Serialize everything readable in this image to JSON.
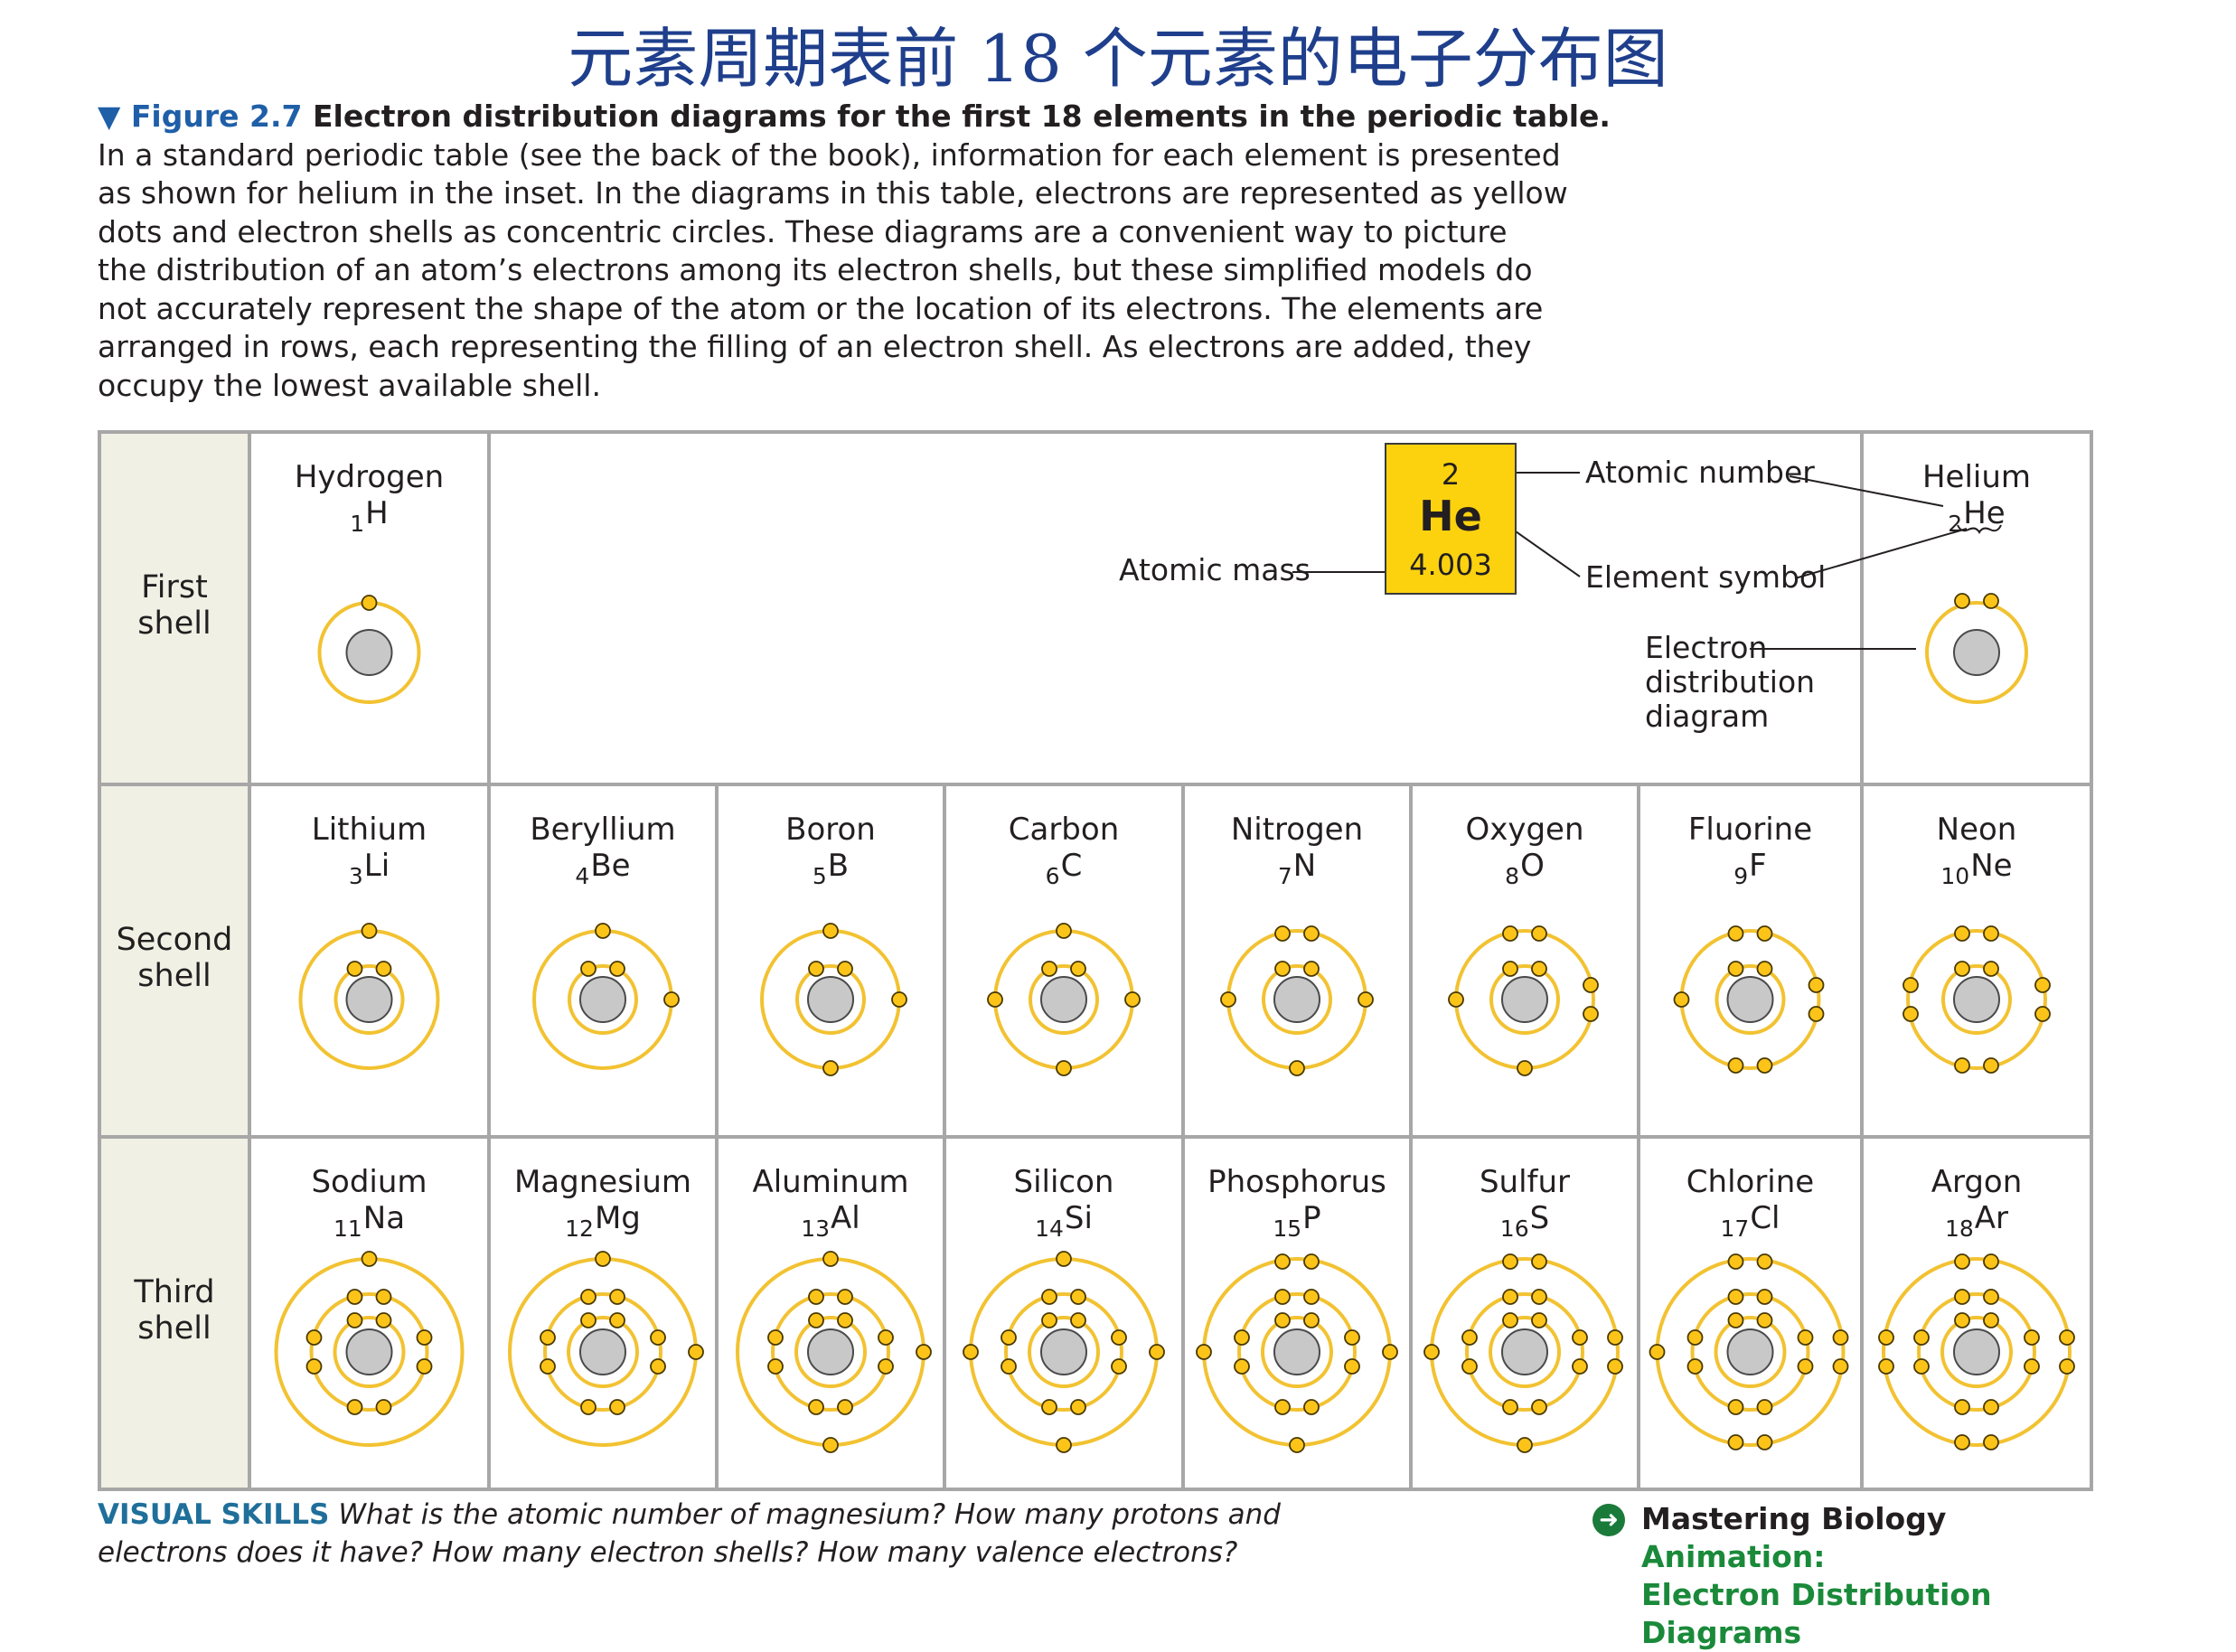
{
  "cn_title": "元素周期表前 18 个元素的电子分布图",
  "caption": {
    "figure_number": "Figure 2.7",
    "figure_title": "Electron distribution diagrams for the first 18 elements in the periodic table.",
    "lines": [
      "In a standard periodic table (see the back of the book), information for each element is presented",
      "as shown for helium in the inset. In the diagrams in this table, electrons are represented as yellow",
      "dots and electron shells as concentric circles. These diagrams are a convenient way to picture",
      "the distribution of an atom’s electrons among its electron shells, but these simplified models do",
      "not accurately represent the shape of the atom or the location of its electrons. The elements are",
      "arranged in rows, each representing the filling of an electron shell. As electrons are added, they",
      "occupy the lowest available shell."
    ]
  },
  "shells": [
    {
      "line1": "First",
      "line2": "shell"
    },
    {
      "line1": "Second",
      "line2": "shell"
    },
    {
      "line1": "Third",
      "line2": "shell"
    }
  ],
  "elements": [
    {
      "name": "Hydrogen",
      "z": "1",
      "symbol": "H",
      "shells": [
        1
      ]
    },
    {
      "name": "Helium",
      "z": "2",
      "symbol": "He",
      "shells": [
        2
      ]
    },
    {
      "name": "Lithium",
      "z": "3",
      "symbol": "Li",
      "shells": [
        2,
        1
      ]
    },
    {
      "name": "Beryllium",
      "z": "4",
      "symbol": "Be",
      "shells": [
        2,
        2
      ]
    },
    {
      "name": "Boron",
      "z": "5",
      "symbol": "B",
      "shells": [
        2,
        3
      ]
    },
    {
      "name": "Carbon",
      "z": "6",
      "symbol": "C",
      "shells": [
        2,
        4
      ]
    },
    {
      "name": "Nitrogen",
      "z": "7",
      "symbol": "N",
      "shells": [
        2,
        5
      ]
    },
    {
      "name": "Oxygen",
      "z": "8",
      "symbol": "O",
      "shells": [
        2,
        6
      ]
    },
    {
      "name": "Fluorine",
      "z": "9",
      "symbol": "F",
      "shells": [
        2,
        7
      ]
    },
    {
      "name": "Neon",
      "z": "10",
      "symbol": "Ne",
      "shells": [
        2,
        8
      ]
    },
    {
      "name": "Sodium",
      "z": "11",
      "symbol": "Na",
      "shells": [
        2,
        8,
        1
      ]
    },
    {
      "name": "Magnesium",
      "z": "12",
      "symbol": "Mg",
      "shells": [
        2,
        8,
        2
      ]
    },
    {
      "name": "Aluminum",
      "z": "13",
      "symbol": "Al",
      "shells": [
        2,
        8,
        3
      ]
    },
    {
      "name": "Silicon",
      "z": "14",
      "symbol": "Si",
      "shells": [
        2,
        8,
        4
      ]
    },
    {
      "name": "Phosphorus",
      "z": "15",
      "symbol": "P",
      "shells": [
        2,
        8,
        5
      ]
    },
    {
      "name": "Sulfur",
      "z": "16",
      "symbol": "S",
      "shells": [
        2,
        8,
        6
      ]
    },
    {
      "name": "Chlorine",
      "z": "17",
      "symbol": "Cl",
      "shells": [
        2,
        8,
        7
      ]
    },
    {
      "name": "Argon",
      "z": "18",
      "symbol": "Ar",
      "shells": [
        2,
        8,
        8
      ]
    }
  ],
  "inset": {
    "atomic_number": "2",
    "symbol": "He",
    "atomic_mass": "4.003",
    "label_atomic_number": "Atomic number",
    "label_element_symbol": "Element symbol",
    "label_atomic_mass": "Atomic mass",
    "label_electron_diagram": [
      "Electron",
      "distribution",
      "diagram"
    ]
  },
  "footer": {
    "visual_skills_label": "VISUAL SKILLS",
    "question_line1": "What is the atomic number of magnesium? How many protons and",
    "question_line2": "electrons does it have? How many electron shells? How many valence electrons?",
    "mastering_label": "Mastering Biology",
    "animation_label": "Animation:",
    "animation_title": "Electron Distribution Diagrams"
  },
  "colors": {
    "title": "#1f3f8c",
    "shell_ring": "#f2c231",
    "electron": "#fcc419",
    "nucleus": "#c8c8c8",
    "shell_column": "#f1f0e4",
    "grid_line": "#a7a7a7",
    "key_fill": "#fcd20f"
  }
}
